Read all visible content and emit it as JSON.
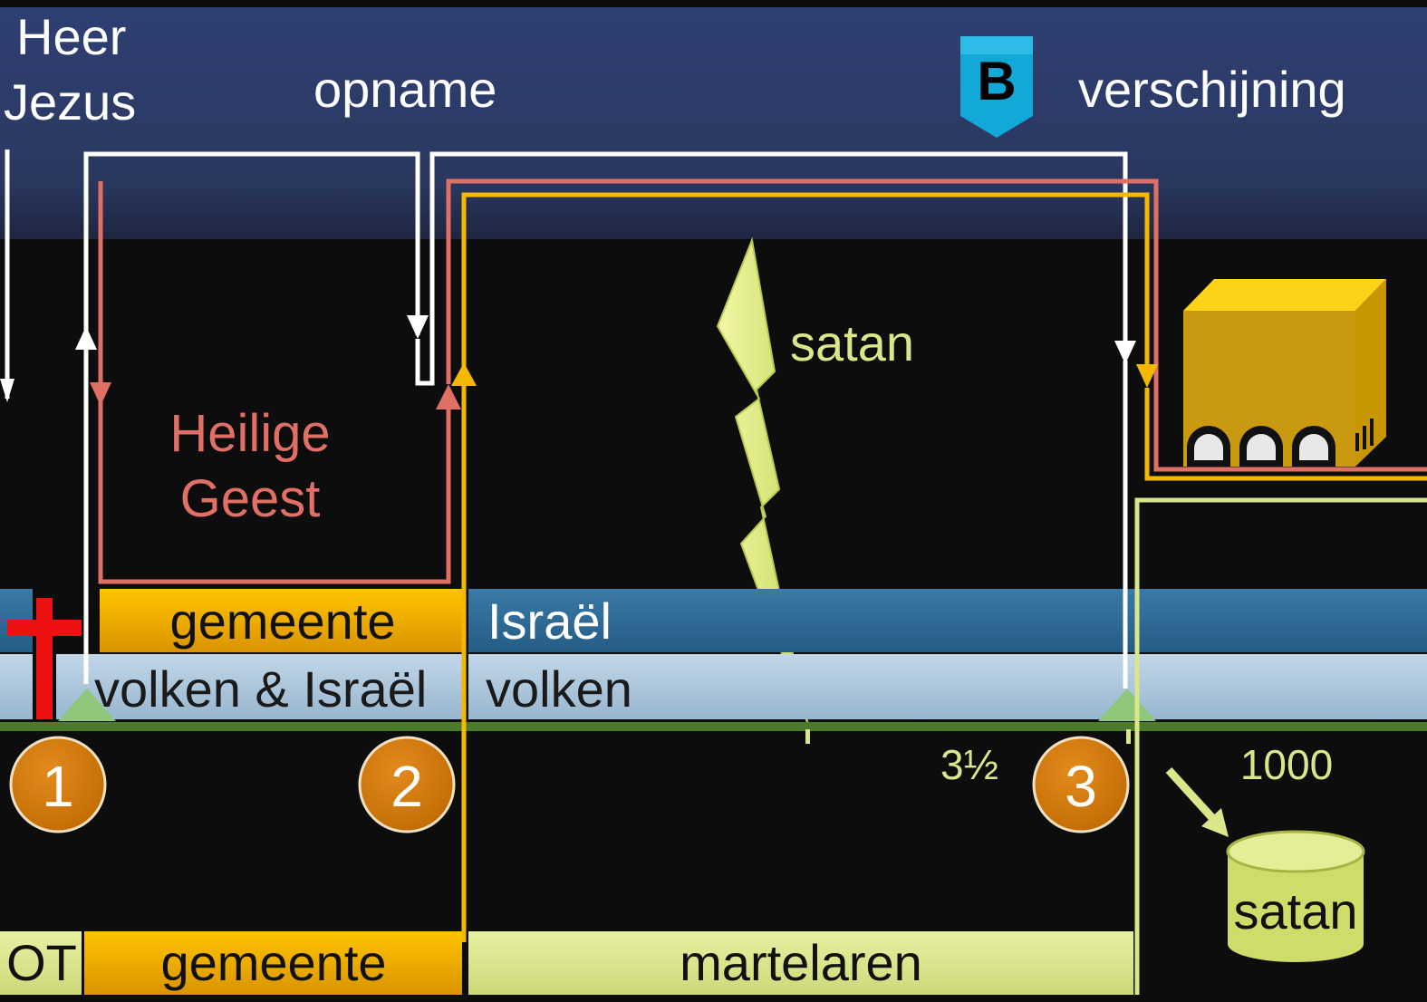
{
  "header": {
    "heer": "Heer",
    "jezus": "Jezus",
    "opname": "opname",
    "badge": "B",
    "verschijning": "verschijning"
  },
  "spirit": {
    "line1": "Heilige",
    "line2": "Geest"
  },
  "satan_label": "satan",
  "bands": {
    "gemeente": "gemeente",
    "israel": "Israël",
    "volken_israel": "volken & Israël",
    "volken": "volken"
  },
  "markers": {
    "m1": "1",
    "m2": "2",
    "m3": "3"
  },
  "durations": {
    "half": "3½",
    "thousand": "1000"
  },
  "pit_label": "satan",
  "bottom": {
    "ot": "OT",
    "gemeente": "gemeente",
    "martelaren": "martelaren"
  },
  "colors": {
    "header": "#2c3b6b",
    "jesus_line": "#ffffff",
    "spirit_line": "#e06f66",
    "church_line": "#f5b800",
    "satan": "#dbe68a",
    "marker": "#d4780a",
    "israel_band": "#2f6e99",
    "volken_band": "#a9c6dd",
    "gemeente_band": "#f0b000",
    "timeline": "#4a7a2a",
    "cross": "#ee1111"
  }
}
